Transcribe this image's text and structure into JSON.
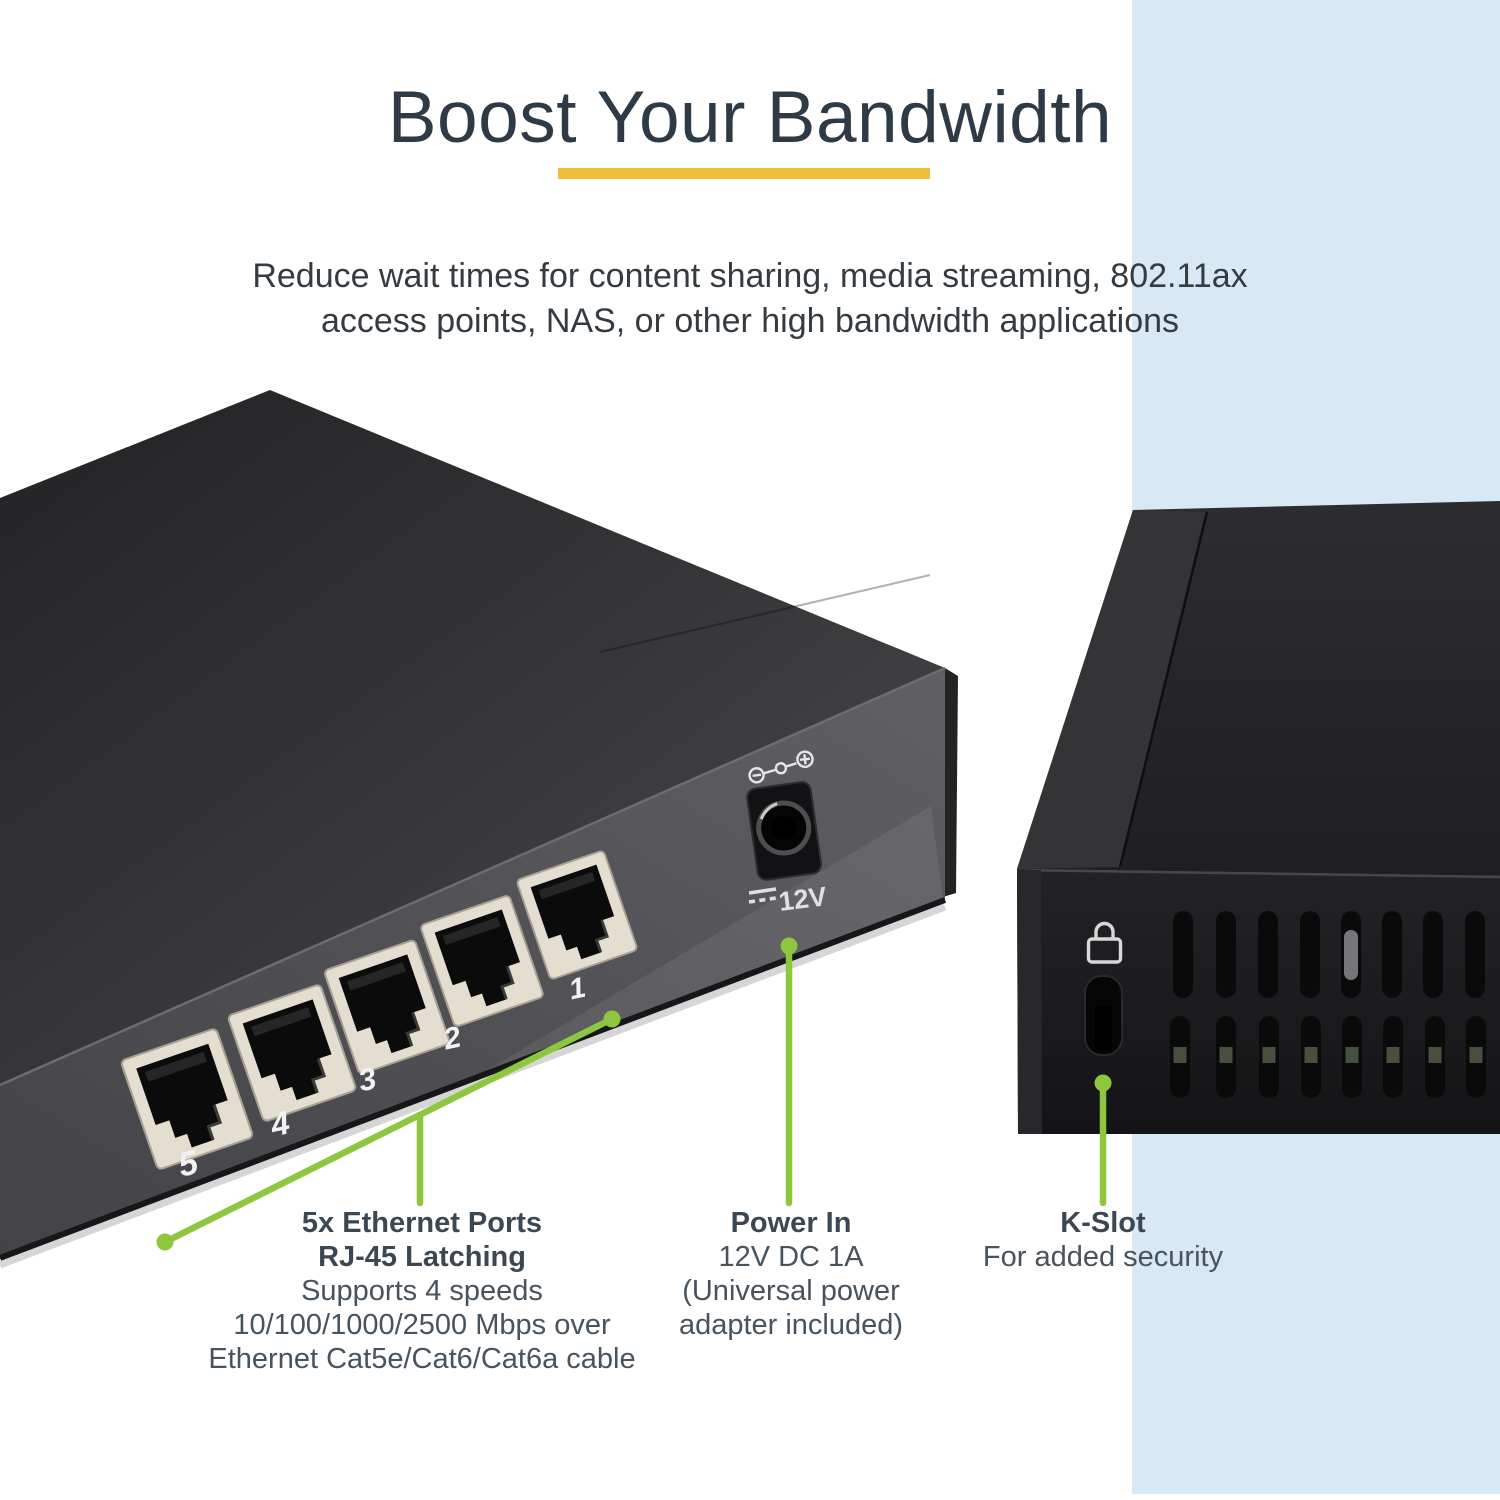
{
  "header": {
    "title": "Boost Your Bandwidth",
    "subtitle_line1": "Reduce wait times for content sharing, media streaming, 802.11ax",
    "subtitle_line2": "access points, NAS, or other high bandwidth applications"
  },
  "device_front": {
    "port_numbers": [
      "5",
      "4",
      "3",
      "2",
      "1"
    ],
    "power_port_label": "12V"
  },
  "callouts": {
    "ports": {
      "heading1": "5x Ethernet Ports",
      "heading2": "RJ-45 Latching",
      "detail1": "Supports 4 speeds",
      "detail2": "10/100/1000/2500 Mbps over",
      "detail3": "Ethernet Cat5e/Cat6/Cat6a cable"
    },
    "power": {
      "heading": "Power In",
      "detail1": "12V DC 1A",
      "detail2": "(Universal power",
      "detail3": "adapter included)"
    },
    "kslot": {
      "heading": "K-Slot",
      "detail1": "For added security"
    }
  },
  "colors": {
    "accent_green": "#8ec63f",
    "accent_yellow": "#eebe3b",
    "band_blue": "#d9e8f5",
    "heading_text": "#2e3b47",
    "caption_text": "#3b4854"
  }
}
